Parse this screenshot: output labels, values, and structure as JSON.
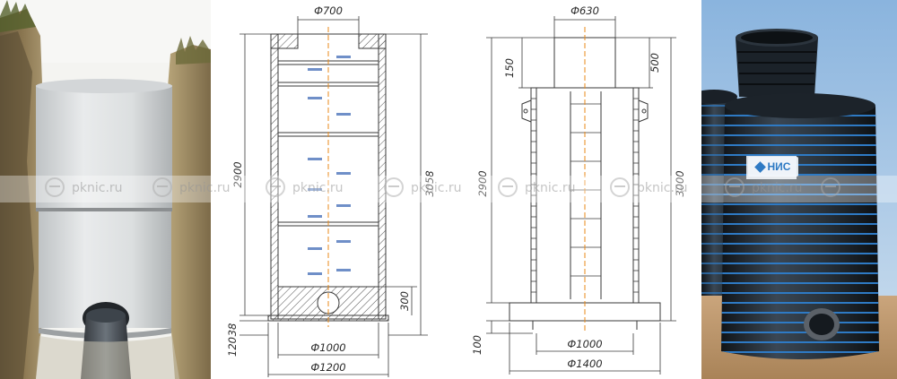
{
  "drawing_concrete": {
    "top_diameter": "Ф700",
    "height_inner": "2900",
    "height_total": "3058",
    "tray_height": "300",
    "slab_height": "38",
    "base_height": "120",
    "inner_diameter": "Ф1000",
    "outer_diameter": "Ф1200"
  },
  "drawing_plastic": {
    "neck_diameter": "Ф630",
    "neck_offset": "150",
    "neck_height": "500",
    "height_inner": "2900",
    "height_total": "3000",
    "base_height": "100",
    "inner_diameter": "Ф1000",
    "outer_diameter": "Ф1400"
  },
  "photo_plastic": {
    "brand_label": "НИС"
  },
  "watermark": {
    "text": "pknic.ru"
  },
  "colors": {
    "line": "#3a3a3a",
    "accent_orange": "#e8891a",
    "brand_blue": "#2e7ac4",
    "slot_blue": "#6f8fc8"
  }
}
